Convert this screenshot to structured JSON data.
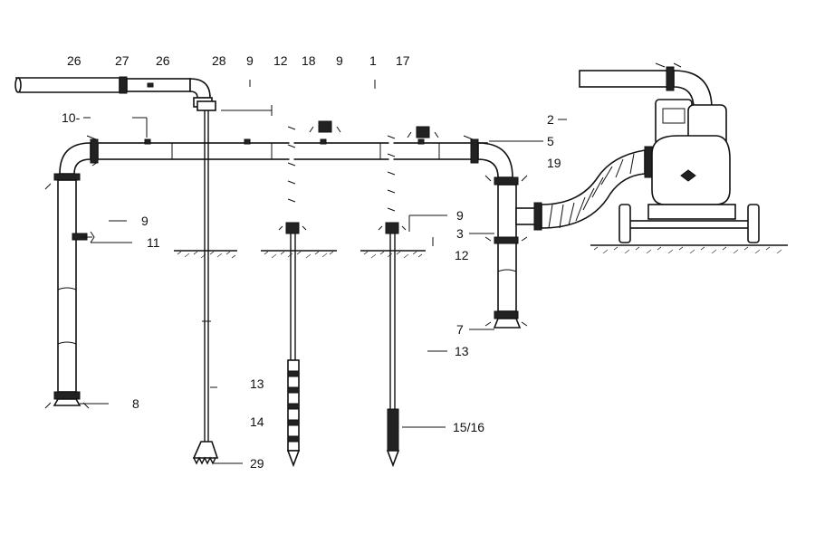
{
  "labels": {
    "l26a": "26",
    "l27": "27",
    "l26b": "26",
    "l28": "28",
    "l9a": "9",
    "l12a": "12",
    "l18": "18",
    "l9b": "9",
    "l1": "1",
    "l17": "17",
    "l10": "10-",
    "l2": "2",
    "l5": "5",
    "l19": "19",
    "l9c": "9",
    "l11": "11",
    "l9d": "9",
    "l3": "3",
    "l12b": "12",
    "l7": "7",
    "l13a": "13",
    "l8": "8",
    "l13b": "13",
    "l14": "14",
    "l1516": "15/16",
    "l29": "29"
  },
  "colors": {
    "ink": "#111111",
    "background": "#ffffff"
  }
}
